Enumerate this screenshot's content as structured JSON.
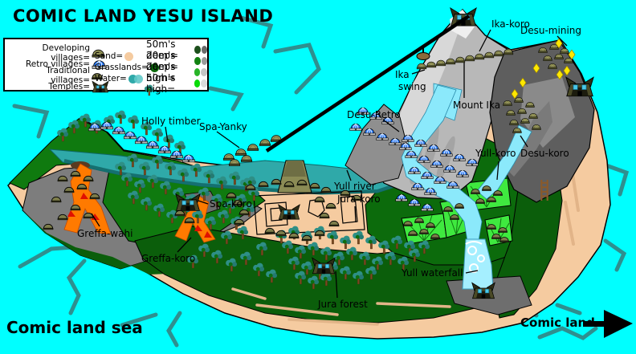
{
  "title": "COMIC LAND YESU ISLAND",
  "legend": {
    "villages": [
      {
        "label": "Developing villages=",
        "icon": "developing-village-icon"
      },
      {
        "label": "Retro villages=",
        "icon": "retro-village-icon"
      },
      {
        "label": "Traditional villages=",
        "icon": "traditional-village-icon"
      },
      {
        "label": "Temples=",
        "icon": "temple-icon"
      }
    ],
    "terrain": [
      {
        "label": "Sand=",
        "color": "#F5CBA0"
      },
      {
        "label": "Grasslands=",
        "color": "#0E6B0E"
      },
      {
        "label": "Water=",
        "color": "#2FA9A9",
        "color2": "#63C9C9"
      }
    ],
    "extra_icon": "tree-icon",
    "elevation": [
      {
        "label": "50m's deep=",
        "dot1": "#1C4F1C",
        "dot2": "#6B6B6B"
      },
      {
        "label": "20m's deep=",
        "dot1": "#128112",
        "dot2": "#9A9A9A"
      },
      {
        "label": "20m's high=",
        "dot1": "#28B428",
        "dot2": "#C6C6C6"
      },
      {
        "label": "50m's high=",
        "dot1": "#0ADB0A",
        "dot2": "#DADADA"
      }
    ]
  },
  "labels": {
    "ika_koro": "Ika-koro",
    "desu_mining": "Desu-mining",
    "ika_swing_1": "Ika",
    "ika_swing_2": "swing",
    "mount_ika": "Mount Ika",
    "desu_retro": "Desu-Retro",
    "holly_timber": "Holly timber",
    "spa_yanky": "Spa-Yanky",
    "yull_koro": "Yull-koro",
    "desu_koro": "Desu-koro",
    "yull_river": "Yull river",
    "jura_koro": "Jura-koro",
    "spa_koro": "Spa-koro",
    "greffa_wahi": "Greffa-wahi",
    "greffa_koro": "Greffa-koro",
    "jura_forest": "Jura forest",
    "yull_waterfall": "Yull waterfall"
  },
  "footer": {
    "sea_label": "Comic land sea",
    "land_label": "Comic land"
  },
  "colors": {
    "sea": "#00FFFF",
    "wave": "#2F8F8F",
    "sand": "#F5CBA0",
    "grass": "#0F7A0F",
    "dark_grass": "#0B5E0B",
    "lime_grass": "#3FE93F",
    "river": "#2FA9A9",
    "light_river": "#8BE9FB",
    "rock": "#7D7D7D",
    "mountain": "#B8B8B8",
    "mining": "#5E5E5E",
    "lava": "#FF7A00",
    "gold": "#FFE800"
  }
}
